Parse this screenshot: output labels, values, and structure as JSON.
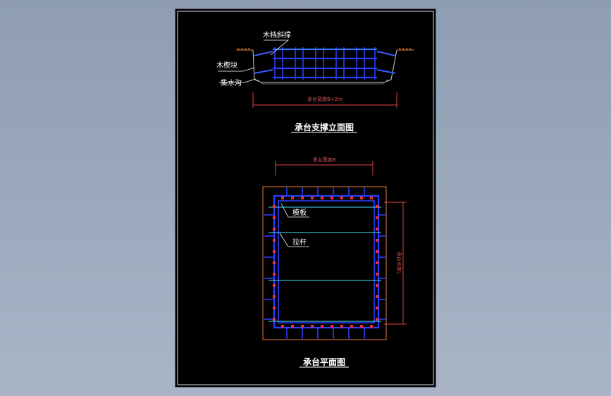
{
  "elevation": {
    "title": "承台支撑立面图",
    "label_strut": "木档斜撑",
    "label_wedge": "木楔块",
    "label_drain": "集水沟",
    "dim_width": "承台宽度B+2m"
  },
  "plan": {
    "title": "承台平面图",
    "label_formwork": "模板",
    "label_tie": "拉杆",
    "dim_width": "承台宽度B",
    "dim_length": "承台长度L"
  },
  "colors": {
    "background": "#000000",
    "rebar": "#2a3cff",
    "tie": "#44e0ff",
    "dimension": "#e04040",
    "bolt": "#ff2a2a",
    "ground": "#e07c3a",
    "text": "#ffffff"
  }
}
